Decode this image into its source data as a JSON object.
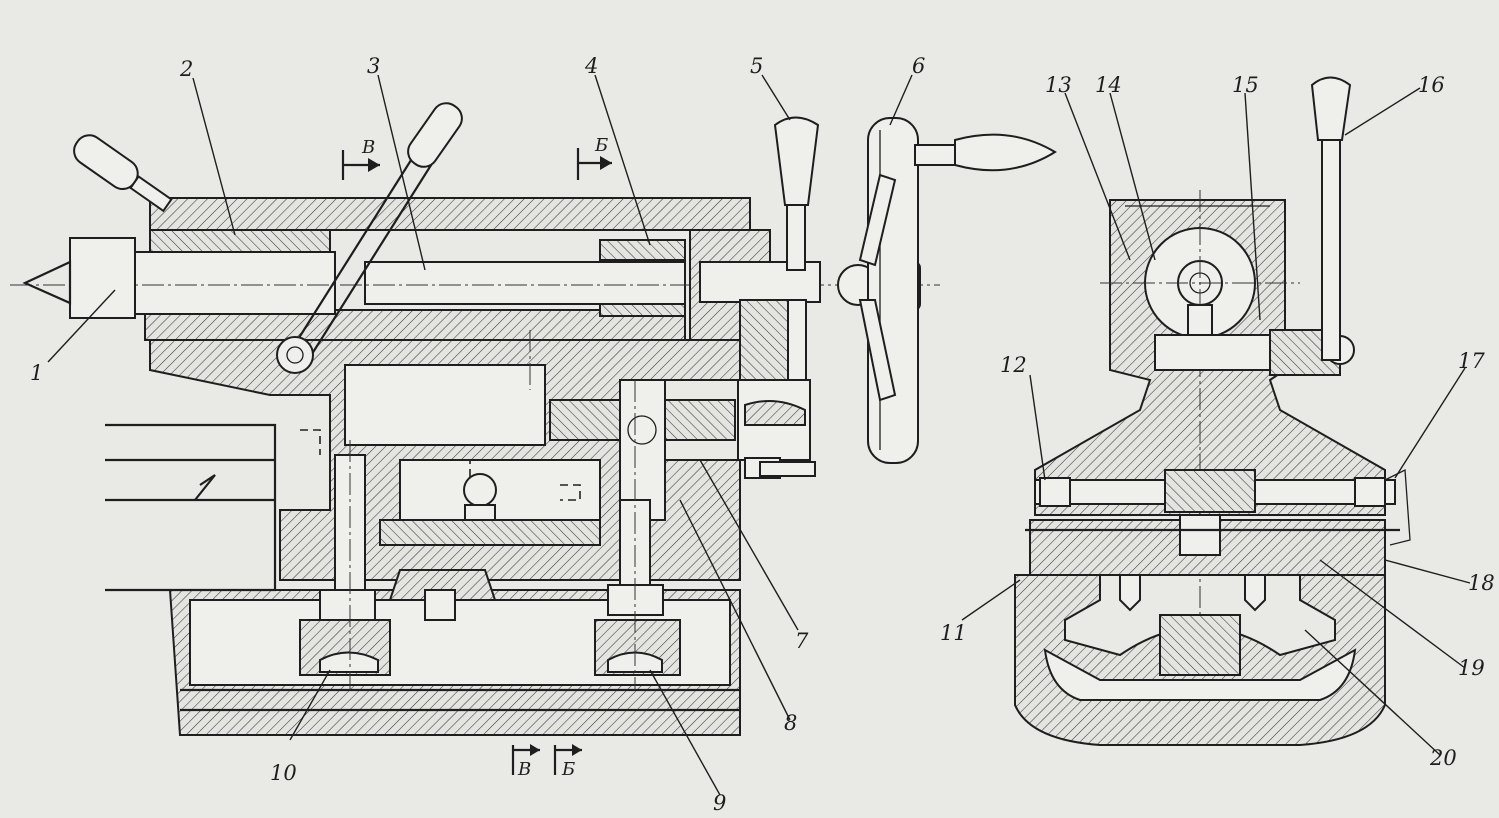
{
  "labels": [
    "1",
    "2",
    "3",
    "4",
    "5",
    "6",
    "7",
    "8",
    "9",
    "10",
    "11",
    "12",
    "13",
    "14",
    "15",
    "16",
    "17",
    "18",
    "19",
    "20"
  ],
  "section_marks": {
    "v_top": "В",
    "b_top": "Б",
    "v_bottom": "В",
    "b_bottom": "Б"
  },
  "colors": {
    "paper": "#e9e9e6",
    "ink": "#1e1e1e"
  }
}
